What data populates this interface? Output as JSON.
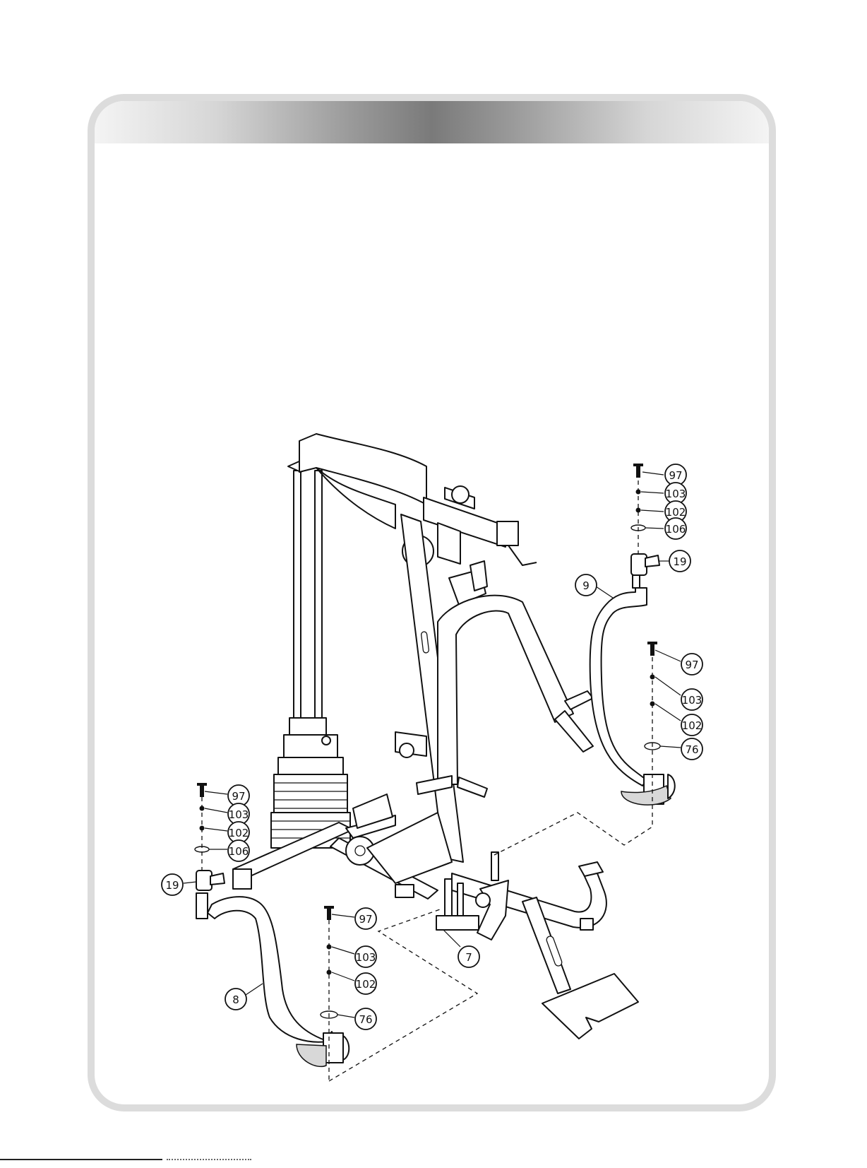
{
  "callouts": [
    {
      "id": "c-97-right-top",
      "label": "97"
    },
    {
      "id": "c-103-right-top",
      "label": "103"
    },
    {
      "id": "c-102-right-top",
      "label": "102"
    },
    {
      "id": "c-106-right-top",
      "label": "106"
    },
    {
      "id": "c-19-right",
      "label": "19"
    },
    {
      "id": "c-9",
      "label": "9"
    },
    {
      "id": "c-97-right-mid",
      "label": "97"
    },
    {
      "id": "c-103-right-mid",
      "label": "103"
    },
    {
      "id": "c-102-right-mid",
      "label": "102"
    },
    {
      "id": "c-76-right",
      "label": "76"
    },
    {
      "id": "c-97-left",
      "label": "97"
    },
    {
      "id": "c-103-left",
      "label": "103"
    },
    {
      "id": "c-102-left",
      "label": "102"
    },
    {
      "id": "c-106-left",
      "label": "106"
    },
    {
      "id": "c-19-left",
      "label": "19"
    },
    {
      "id": "c-97-center",
      "label": "97"
    },
    {
      "id": "c-103-center",
      "label": "103"
    },
    {
      "id": "c-102-center",
      "label": "102"
    },
    {
      "id": "c-76-center",
      "label": "76"
    },
    {
      "id": "c-7",
      "label": "7"
    },
    {
      "id": "c-8",
      "label": "8"
    }
  ]
}
